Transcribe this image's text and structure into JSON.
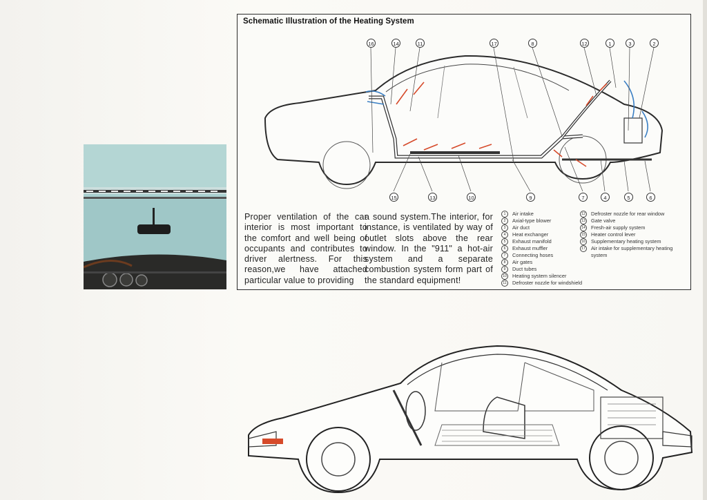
{
  "schematic": {
    "title": "Schematic Illustration of the Heating System",
    "top_callouts": [
      "16",
      "14",
      "11",
      "17",
      "8",
      "12",
      "1",
      "3",
      "2"
    ],
    "bottom_callouts": [
      "15",
      "13",
      "10",
      "9",
      "7",
      "4",
      "5",
      "6"
    ]
  },
  "body": {
    "col1": "Proper ventilation of the car interior is most important to the comfort and well being of occupants and contributes to driver alertness. For this reason,we have attached particular value to providing",
    "col2": "a sound system.The interior, for instance, is ventilated by way of outlet slots above the rear window. In the \"911\" a hot-air system and a separate combustion system form part of the standard equipment!"
  },
  "legend_a": [
    {
      "n": "1",
      "label": "Air intake"
    },
    {
      "n": "2",
      "label": "Axial-type blower"
    },
    {
      "n": "3",
      "label": "Air duct"
    },
    {
      "n": "4",
      "label": "Heat exchanger"
    },
    {
      "n": "5",
      "label": "Exhaust manifold"
    },
    {
      "n": "6",
      "label": "Exhaust muffler"
    },
    {
      "n": "7",
      "label": "Connecting hoses"
    },
    {
      "n": "8",
      "label": "Air gates"
    },
    {
      "n": "9",
      "label": "Duct tubes"
    },
    {
      "n": "10",
      "label": "Heating system silencer"
    },
    {
      "n": "11",
      "label": "Defroster nozzle for windshield"
    }
  ],
  "legend_b": [
    {
      "n": "12",
      "label": "Defroster nozzle for rear window"
    },
    {
      "n": "13",
      "label": "Gate valve"
    },
    {
      "n": "14",
      "label": "Fresh-air supply system"
    },
    {
      "n": "15",
      "label": "Heater control lever"
    },
    {
      "n": "16",
      "label": "Supplementary heating system"
    },
    {
      "n": "17",
      "label": "Air intake for supplementary heating system"
    }
  ],
  "colors": {
    "accent_red": "#d64a2a",
    "accent_blue": "#3a7fc4",
    "line": "#2a2a2a",
    "photo_teal": "#a9cfcf"
  }
}
